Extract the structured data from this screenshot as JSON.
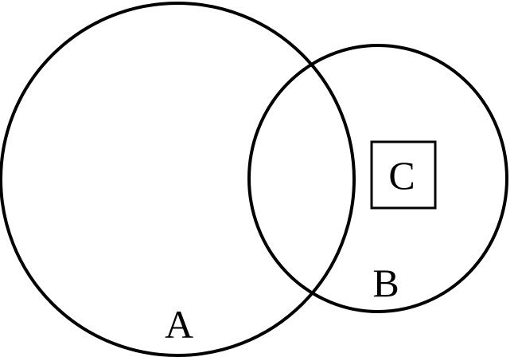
{
  "diagram": {
    "sets": [
      {
        "id": "A",
        "label": "A"
      },
      {
        "id": "B",
        "label": "B"
      }
    ],
    "element": {
      "id": "C",
      "label": "C",
      "inside": "B",
      "outside": "A"
    },
    "colors": {
      "stroke": "#000000",
      "background": "#ffffff"
    }
  }
}
